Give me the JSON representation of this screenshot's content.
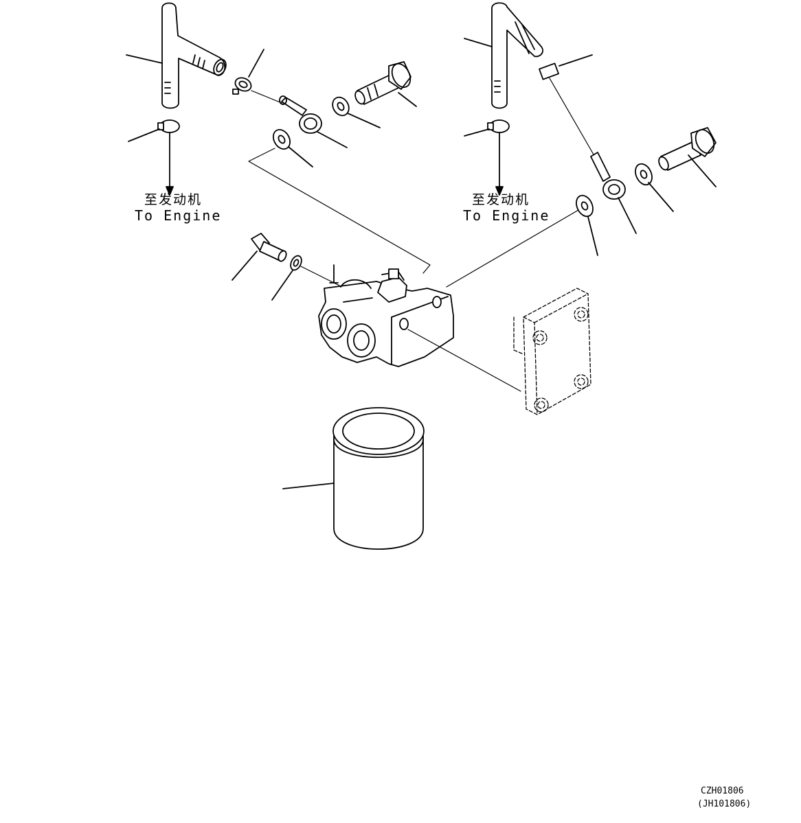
{
  "labels": {
    "left": {
      "cn": "至发动机",
      "en": "To Engine"
    },
    "right": {
      "cn": "至发动机",
      "en": "To Engine"
    }
  },
  "drawing_code": "CZH01806",
  "drawing_code_alt": "(JH101806)",
  "colors": {
    "line": "#000000",
    "background": "#ffffff"
  }
}
